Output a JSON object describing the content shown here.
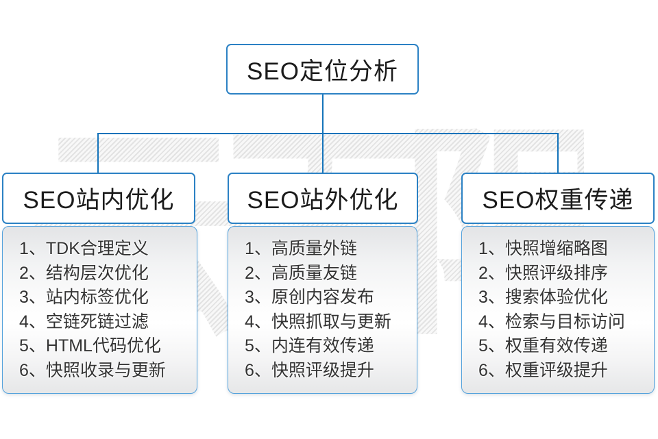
{
  "diagram": {
    "root": {
      "label": "SEO定位分析"
    },
    "branches": [
      {
        "title": "SEO站内优化",
        "items": [
          "1、TDK合理定义",
          "2、结构层次优化",
          "3、站内标签优化",
          "4、空链死链过滤",
          "5、HTML代码优化",
          "6、快照收录与更新"
        ]
      },
      {
        "title": "SEO站外优化",
        "items": [
          "1、高质量外链",
          "2、高质量友链",
          "3、原创内容发布",
          "4、快照抓取与更新",
          "5、内连有效传递",
          "6、快照评级提升"
        ]
      },
      {
        "title": "SEO权重传递",
        "items": [
          "1、快照增缩略图",
          "2、快照评级排序",
          "3、搜索体验优化",
          "4、检索与目标访问",
          "5、权重有效传递",
          "6、权重评级提升"
        ]
      }
    ],
    "watermark": "云无限",
    "colors": {
      "connector_line": "#1473ba",
      "box_border": "#2b81c4",
      "panel_border": "#54a2dc",
      "title_text": "#1b1b1b",
      "list_text": "#333333",
      "panel_top_fill": "#e3e4e6",
      "background": "#ffffff"
    }
  }
}
